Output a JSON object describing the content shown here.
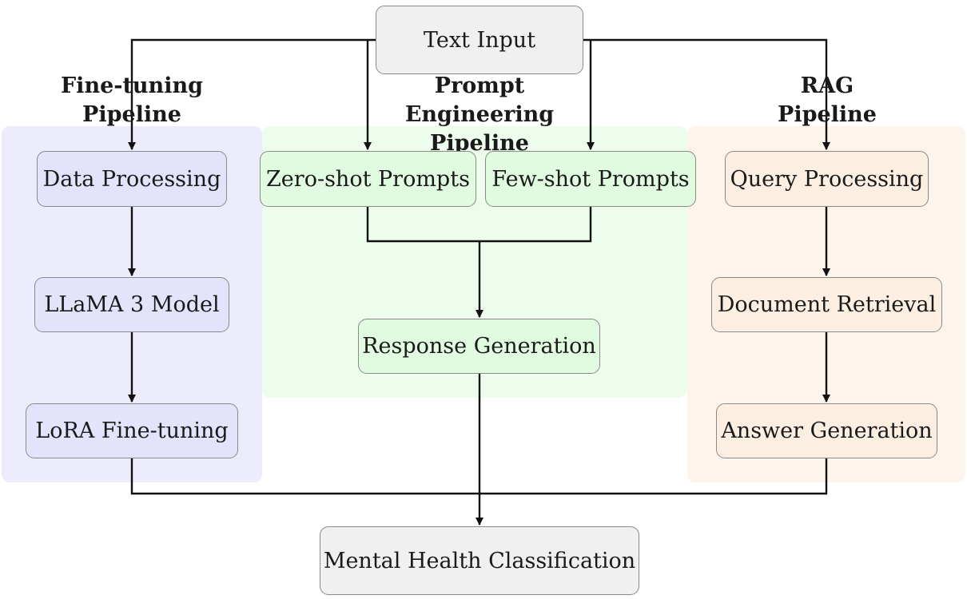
{
  "input": {
    "label": "Text Input"
  },
  "pipelines": {
    "finetuning": {
      "title_line1": "Fine-tuning",
      "title_line2": "Pipeline",
      "nodes": [
        "Data Processing",
        "LLaMA 3 Model",
        "LoRA Fine-tuning"
      ]
    },
    "prompt": {
      "title_line1": "Prompt",
      "title_line2": "Engineering",
      "title_line3": "Pipeline",
      "nodes": [
        "Zero-shot Prompts",
        "Few-shot Prompts",
        "Response Generation"
      ]
    },
    "rag": {
      "title_line1": "RAG",
      "title_line2": "Pipeline",
      "nodes": [
        "Query Processing",
        "Document Retrieval",
        "Answer Generation"
      ]
    }
  },
  "output": {
    "label": "Mental Health Classification"
  },
  "colors": {
    "finetuning_panel": "#ececfd",
    "prompt_panel": "#edfced",
    "rag_panel": "#fdf4ec",
    "finetuning_node": "#e3e3fb",
    "prompt_node": "#e0fbe0",
    "rag_node": "#fcefe2",
    "io_node": "#f0f0f0"
  }
}
